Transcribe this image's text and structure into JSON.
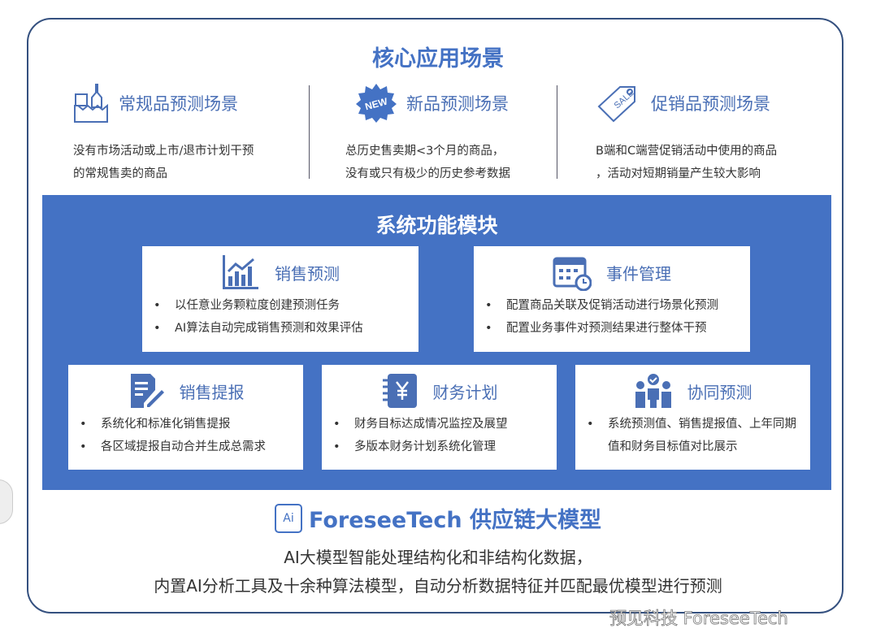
{
  "title": "核心应用场景",
  "scenarios": [
    {
      "icon": "bottles-box-icon",
      "title": "常规品预测场景",
      "desc": [
        "没有市场活动或上市/退市计划干预",
        "的常规售卖的商品"
      ]
    },
    {
      "icon": "new-badge-icon",
      "badge": "NEW",
      "title": "新品预测场景",
      "desc": [
        "总历史售卖期<3个月的商品，",
        "没有或只有极少的历史参考数据"
      ]
    },
    {
      "icon": "sale-tag-icon",
      "badge": "SALE",
      "title": "促销品预测场景",
      "desc": [
        "B端和C端营促销活动中使用的商品",
        "，活动对短期销量产生较大影响"
      ]
    }
  ],
  "modules_title": "系统功能模块",
  "modules": [
    {
      "icon": "bar-chart-icon",
      "title": "销售预测",
      "items": [
        "以任意业务颗粒度创建预测任务",
        "AI算法自动完成销售预测和效果评估"
      ]
    },
    {
      "icon": "calendar-icon",
      "title": "事件管理",
      "items": [
        "配置商品关联及促销活动进行场景化预测",
        "配置业务事件对预测结果进行整体干预"
      ]
    },
    {
      "icon": "document-edit-icon",
      "title": "销售提报",
      "items": [
        "系统化和标准化销售提报",
        "各区域提报自动合并生成总需求"
      ]
    },
    {
      "icon": "yen-coin-icon",
      "title": "财务计划",
      "items": [
        "财务目标达成情况监控及展望",
        "多版本财务计划系统化管理"
      ]
    },
    {
      "icon": "team-icon",
      "title": "协同预测",
      "items": [
        "系统预测值、销售提报值、上年同期值和财务目标值对比展示"
      ]
    }
  ],
  "footer": {
    "ai_label": "Ai",
    "brand": "ForeseeTech 供应链大模型",
    "line1": "AI大模型智能处理结构化和非结构化数据，",
    "line2": "内置AI分析工具及十余种算法模型，自动分析数据特征并匹配最优模型进行预测"
  },
  "watermark": "预见科技 ForeseeTech",
  "colors": {
    "accent": "#4472c4",
    "border": "#34507f"
  }
}
